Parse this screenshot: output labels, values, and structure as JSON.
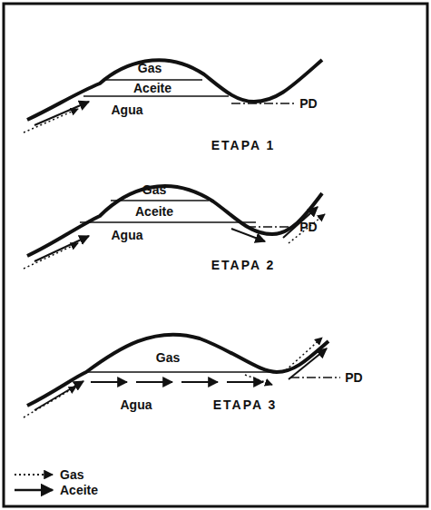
{
  "diagram": {
    "labels": [
      "Gas",
      "Aceite",
      "Agua",
      "PD",
      "ETAPA 1",
      "Gas",
      "Aceite",
      "Agua",
      "PD",
      "ETAPA 2",
      "Gas",
      "Agua",
      "ETAPA 3",
      "PD"
    ],
    "legend": [
      {
        "text": "Gas"
      },
      {
        "text": "Aceite"
      }
    ]
  }
}
